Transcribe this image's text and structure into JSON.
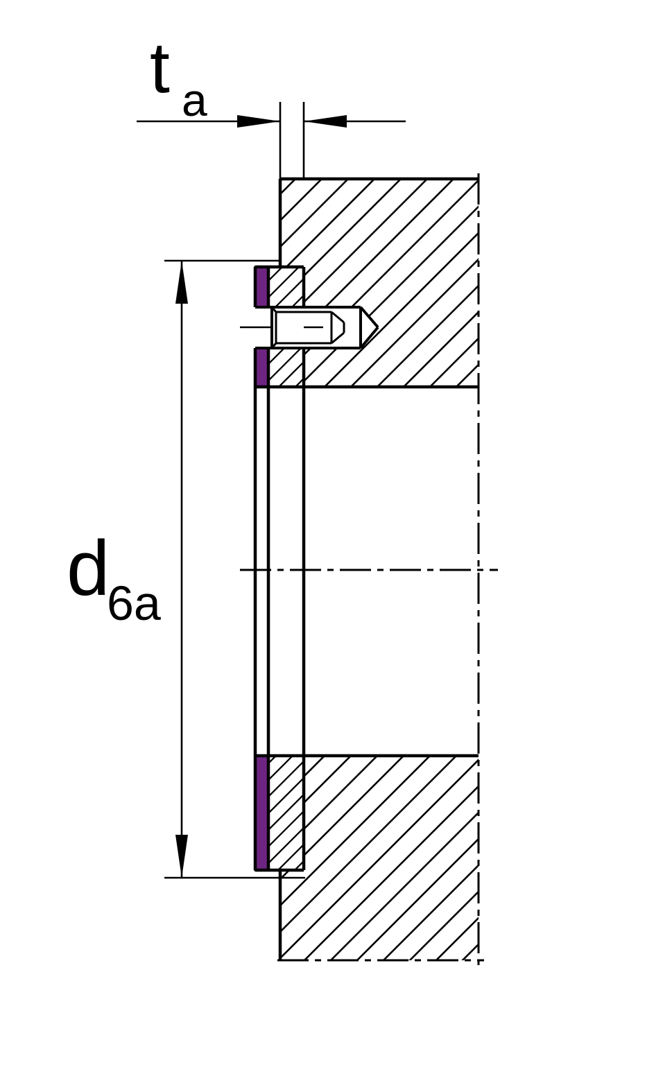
{
  "figure": {
    "dimension_labels": {
      "width_label": {
        "base": "t",
        "subscript": "a"
      },
      "diameter_label": {
        "base": "d",
        "subscript": "6a"
      }
    },
    "colors": {
      "highlight": "#6e2581",
      "line": "#000000",
      "background": "#ffffff"
    }
  }
}
